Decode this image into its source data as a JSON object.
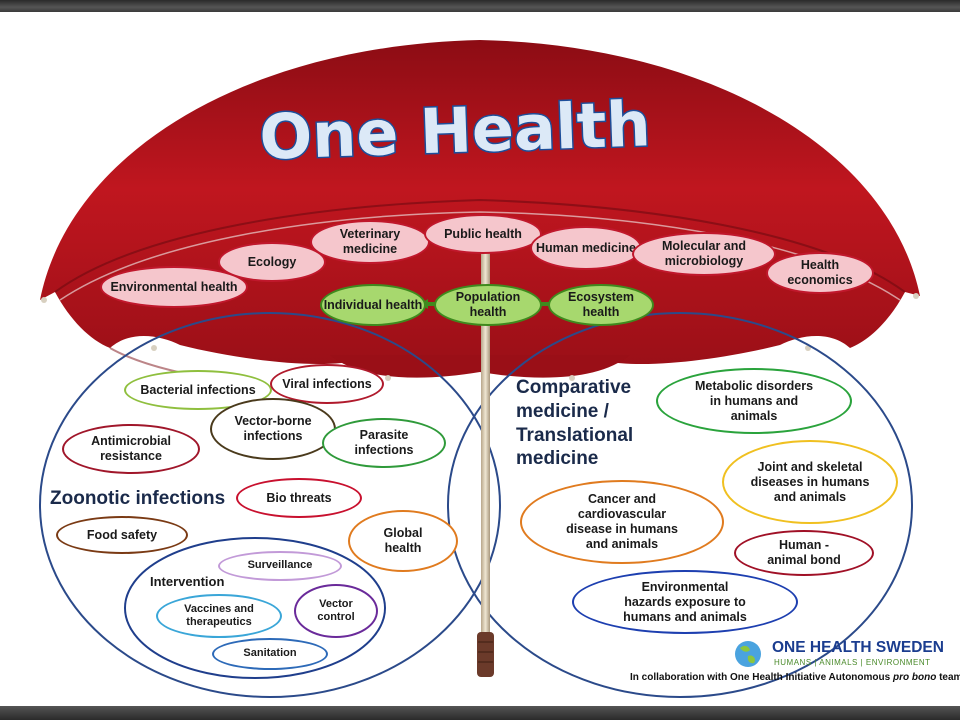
{
  "title": "One Health",
  "disciplines": [
    "Environmental health",
    "Ecology",
    "Veterinary medicine",
    "Public health",
    "Human medicine",
    "Molecular and microbiology",
    "Health economics"
  ],
  "health_levels": [
    "Individual health",
    "Population health",
    "Ecosystem health"
  ],
  "left_circle": {
    "heading": "Zoonotic infections",
    "items": [
      "Bacterial  infections",
      "Viral infections",
      "Vector-borne infections",
      "Parasite infections",
      "Antimicrobial resistance",
      "Bio threats",
      "Global health",
      "Food safety"
    ],
    "intervention": {
      "heading": "Intervention",
      "items": [
        "Surveillance",
        "Vaccines and therapeutics",
        "Vector control",
        "Sanitation"
      ]
    }
  },
  "right_circle": {
    "heading": "Comparative medicine / Translational medicine",
    "items": [
      "Metabolic disorders in humans and animals",
      "Joint and skeletal diseases in humans and animals",
      "Cancer and cardiovascular disease in humans and animals",
      "Human - animal bond",
      "Environmental hazards exposure to humans and animals"
    ]
  },
  "logo": {
    "name": "ONE HEALTH SWEDEN",
    "tagline": "HUMANS | ANIMALS | ENVIRONMENT"
  },
  "credit": {
    "text": "In collaboration with One Health Initiative Autonomous",
    "italic": "pro bono",
    "suffix": "team"
  },
  "colors": {
    "canopy": "#b5121b",
    "discipline_fill": "#f5c6cc",
    "health_fill": "#a7d86e",
    "circle_outline": "#2b4a8a"
  }
}
